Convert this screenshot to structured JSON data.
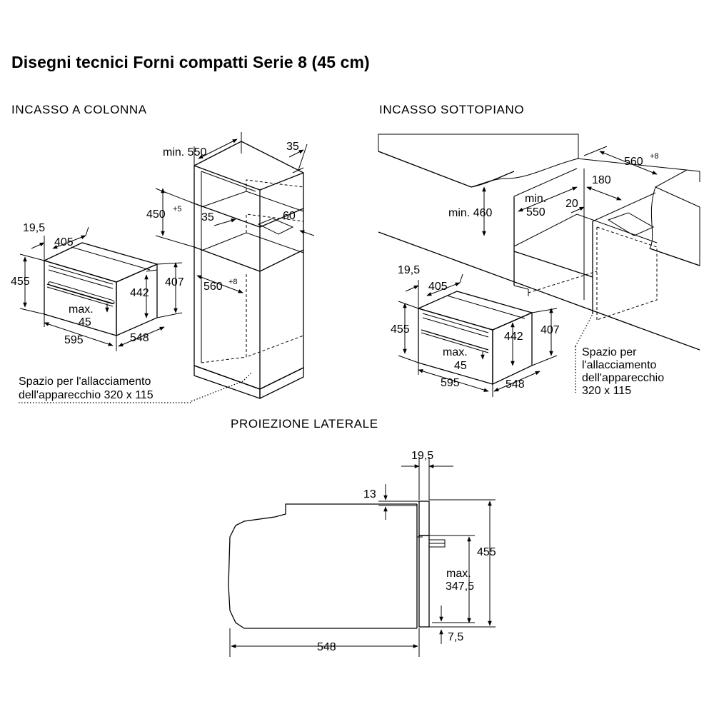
{
  "title": "Disegni tecnici Forni compatti Serie 8 (45 cm)",
  "sections": {
    "colonna": "INCASSO A COLONNA",
    "sottopiano": "INCASSO SOTTOPIANO",
    "laterale": "PROIEZIONE LATERALE"
  },
  "colonna": {
    "min550": "min. 550",
    "d35top": "35",
    "d450": "450",
    "d450sup": "+5",
    "d35mid": "35",
    "d60": "60",
    "d560": "560",
    "d560sup": "+8",
    "d19_5": "19,5",
    "d405": "405",
    "d455": "455",
    "d442": "442",
    "d407": "407",
    "max": "max.",
    "d45": "45",
    "d595": "595",
    "d548": "548",
    "note1": "Spazio per l'allacciamento",
    "note2": "dell'apparecchio 320 x 115"
  },
  "sottopiano": {
    "d560": "560",
    "d560sup": "+8",
    "d180": "180",
    "min": "min.",
    "d550": "550",
    "d20": "20",
    "min460": "min. 460",
    "d19_5": "19,5",
    "d405": "405",
    "d455": "455",
    "d442": "442",
    "d407": "407",
    "max": "max.",
    "d45": "45",
    "d595": "595",
    "d548": "548",
    "note1": "Spazio per",
    "note2": "l'allacciamento",
    "note3": "dell'apparecchio",
    "note4": "320 x 115"
  },
  "laterale": {
    "d19_5": "19,5",
    "d13": "13",
    "d455": "455",
    "max": "max.",
    "d347_5": "347,5",
    "d7_5": "7,5",
    "d548": "548"
  }
}
